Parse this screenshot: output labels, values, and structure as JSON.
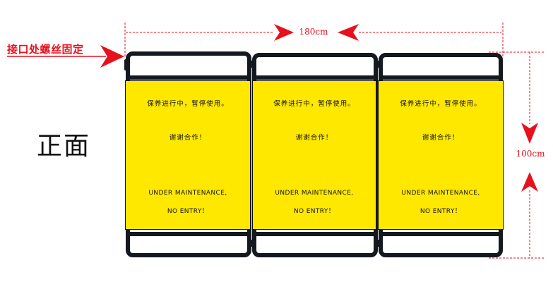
{
  "annotations": {
    "joint_note": "接口处螺丝固定",
    "width": "180cm",
    "height": "100cm",
    "view_label": "正面"
  },
  "panels": [
    {
      "line1": "保养进行中，暂停使用。",
      "line2": "谢谢合作！",
      "line3": "UNDER MAINTENANCE,",
      "line4": "NO ENTRY！"
    },
    {
      "line1": "保养进行中，暂停使用。",
      "line2": "谢谢合作！",
      "line3": "UNDER MAINTENANCE,",
      "line4": "NO ENTRY！"
    },
    {
      "line1": "保养进行中，暂停使用。",
      "line2": "谢谢合作！",
      "line3": "UNDER MAINTENANCE,",
      "line4": "NO ENTRY！"
    }
  ],
  "colors": {
    "sign_yellow": "#ffe800",
    "frame": "#14181f",
    "dimension_red": "#e8101c"
  }
}
